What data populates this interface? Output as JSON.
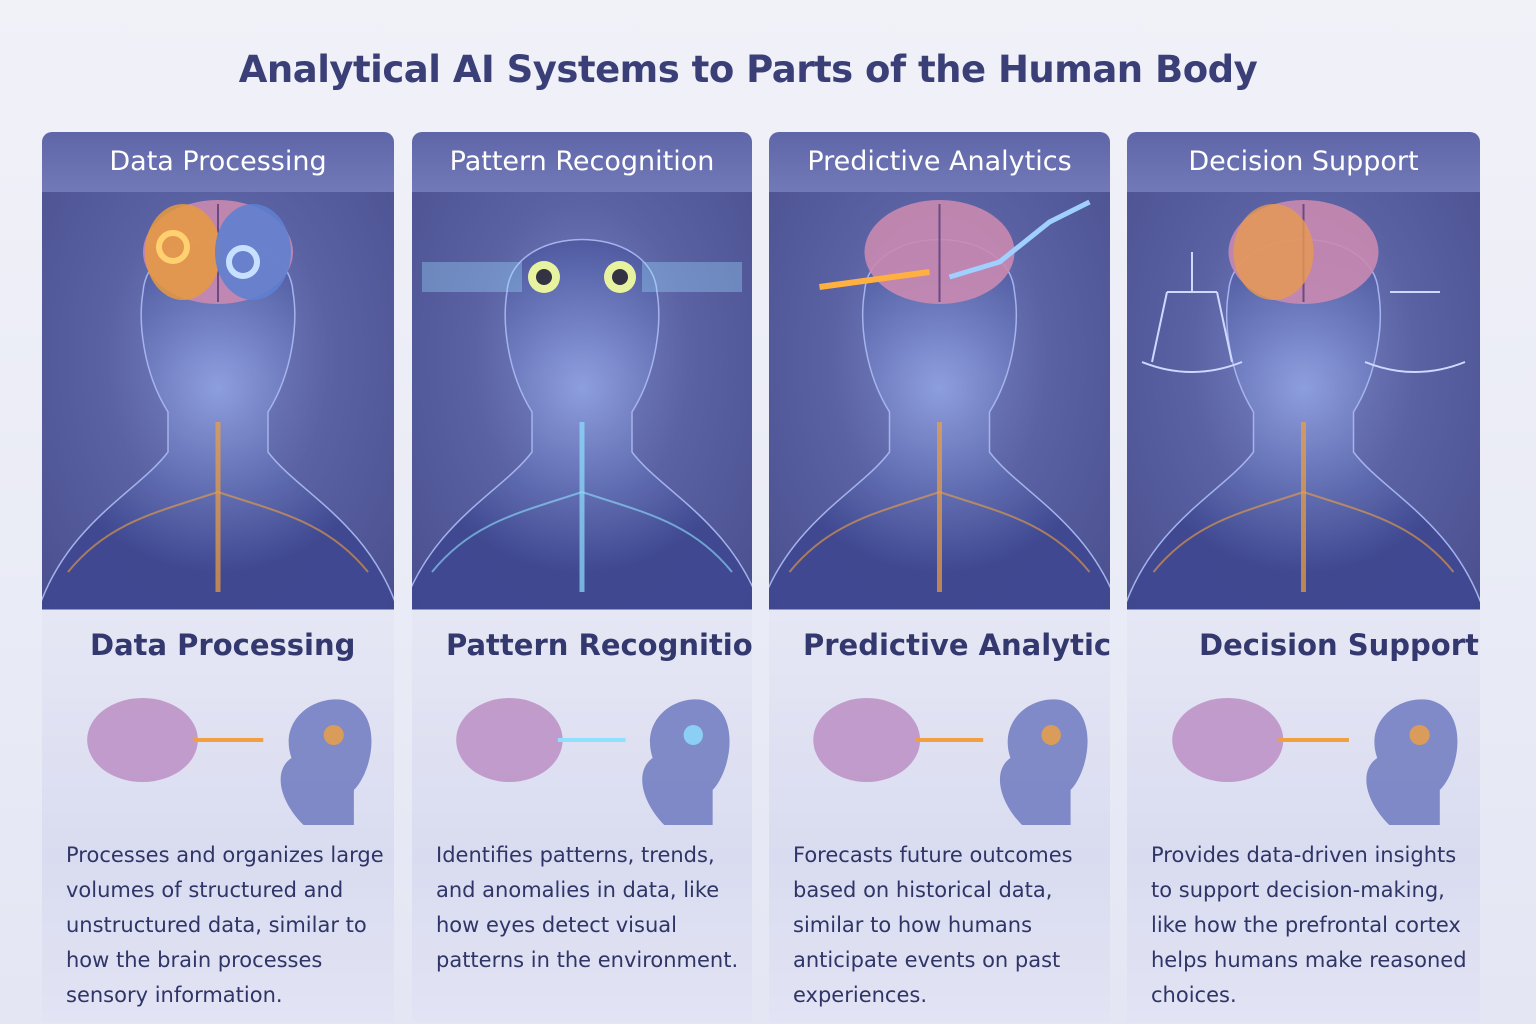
{
  "title": "Analytical AI Systems to Parts of the Human Body",
  "cards": [
    {
      "header": "Data Processing",
      "subtitle": "Data Processing",
      "description": "Processes and organizes large volumes of structured and unstructured data, similar to how the brain processes sensory information.",
      "icon": "brain-gears-icon",
      "accent": "#f0a040"
    },
    {
      "header": "Pattern Recognition",
      "subtitle": "Pattern Recognition",
      "description": "Identifies patterns, trends, and anomalies in data, like how eyes detect visual patterns in the environment.",
      "icon": "eyes-icon",
      "accent": "#8fe0ff"
    },
    {
      "header": "Predictive Analytics",
      "subtitle": "Predictive Analytics",
      "description": "Forecasts future outcomes based on historical data, similar to how humans anticipate events on past experiences.",
      "icon": "brain-arrow-icon",
      "accent": "#f0a040"
    },
    {
      "header": "Decision Support",
      "subtitle": "Decision Support",
      "description": "Provides data-driven insights to support decision-making, like how the prefrontal cortex helps humans make reasoned choices.",
      "icon": "scales-icon",
      "accent": "#f0a040"
    }
  ]
}
